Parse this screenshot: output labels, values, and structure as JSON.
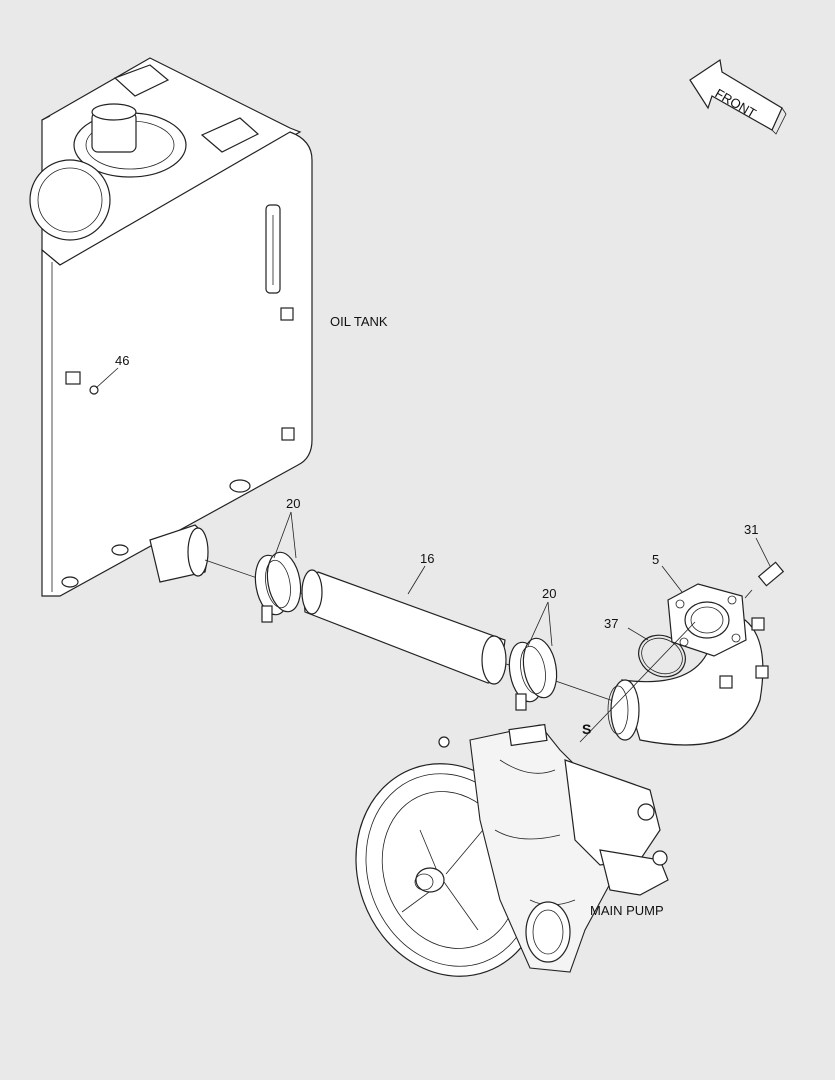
{
  "labels": {
    "front": "FRONT",
    "oil_tank": "OIL TANK",
    "main_pump": "MAIN PUMP",
    "section_marker": "S",
    "callout_46": "46",
    "callout_20_left": "20",
    "callout_16": "16",
    "callout_20_right": "20",
    "callout_5": "5",
    "callout_31": "31",
    "callout_37": "37"
  }
}
